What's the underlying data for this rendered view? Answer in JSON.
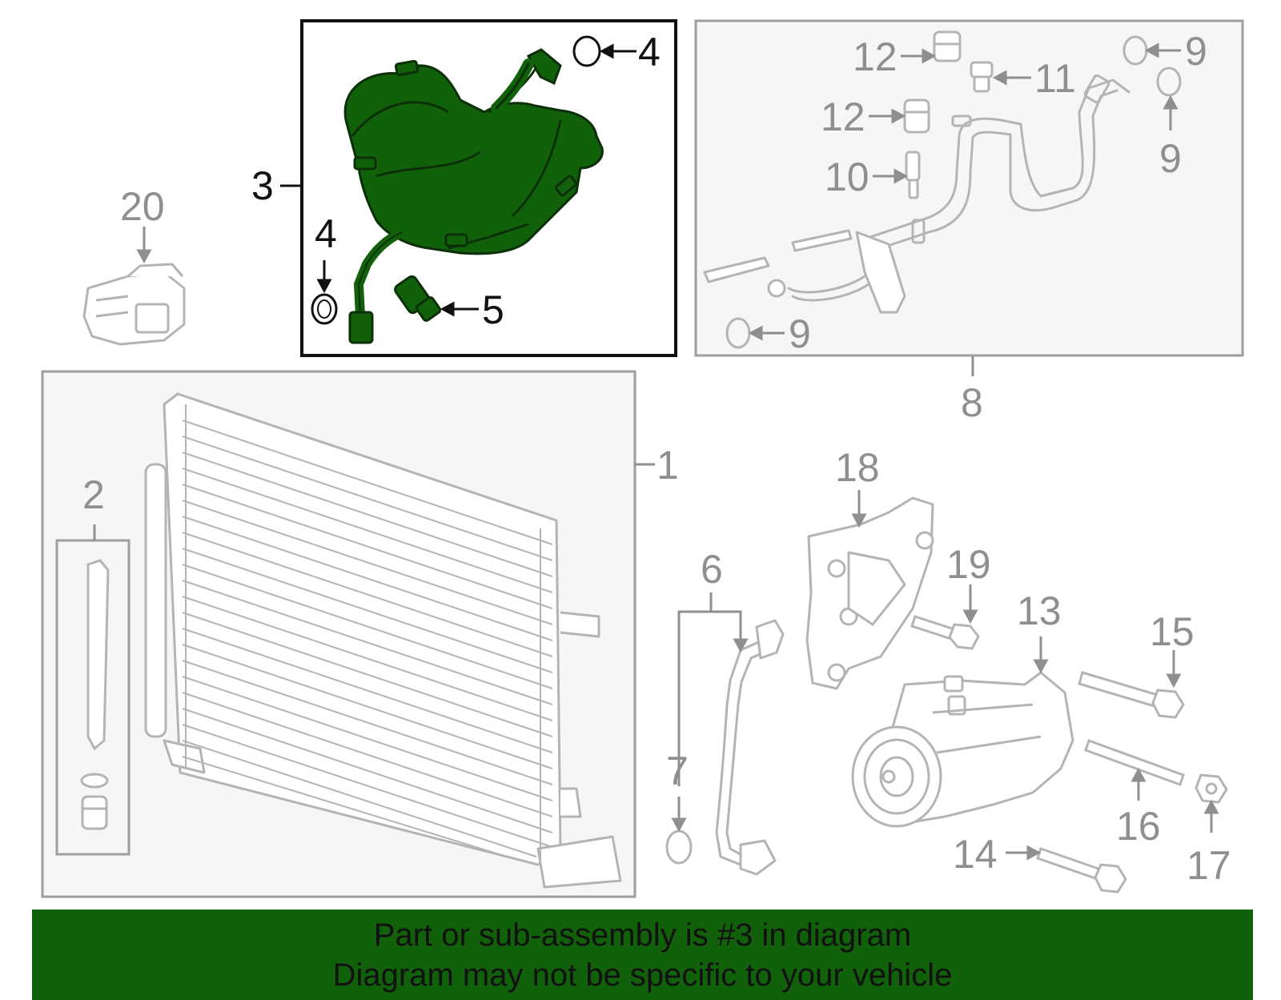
{
  "colors": {
    "highlight_fill": "#11600a",
    "highlight_stroke": "#0b2f07",
    "part_line": "#b4b4b4",
    "callout_grey": "#8f8f8f",
    "callout_dark": "#111111",
    "panel_fill": "#f6f6f6",
    "panel_border": "#9e9e9e",
    "banner_bg": "#11600a"
  },
  "callouts": {
    "c1": "1",
    "c2": "2",
    "c3": "3",
    "c4a": "4",
    "c4b": "4",
    "c5": "5",
    "c6": "6",
    "c7": "7",
    "c8": "8",
    "c9a": "9",
    "c9b": "9",
    "c9c": "9",
    "c10": "10",
    "c11": "11",
    "c12a": "12",
    "c12b": "12",
    "c13": "13",
    "c14": "14",
    "c15": "15",
    "c16": "16",
    "c17": "17",
    "c18": "18",
    "c19": "19",
    "c20": "20"
  },
  "banner": {
    "line1": "Part or sub-assembly is #3 in diagram",
    "line2": "Diagram may not be specific to your vehicle"
  }
}
